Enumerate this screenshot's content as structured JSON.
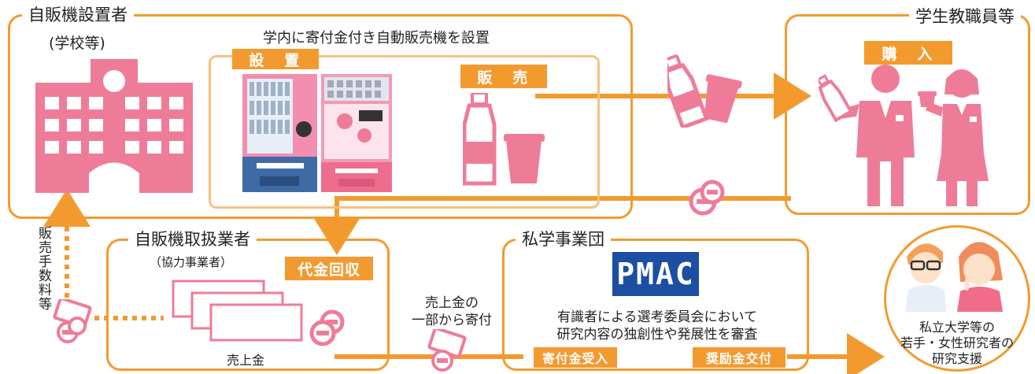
{
  "colors": {
    "orange": "#f39a2f",
    "light_orange": "#f6c27e",
    "pink": "#ee7c99"
  },
  "installer": {
    "title": "自販機設置者",
    "subtitle": "(学校等)",
    "icon": "school-building-icon"
  },
  "install": {
    "caption": "学内に寄付金付き自動販売機を設置",
    "badge": "設　置"
  },
  "sales": {
    "badge": "販　売",
    "icon": "bottle-and-cup-icon"
  },
  "buyers": {
    "title": "学生教職員等",
    "badge": "購　入",
    "icon": "student-staff-icon"
  },
  "operator": {
    "title": "自販機取扱業者",
    "subtitle": "（協力事業者）",
    "badge": "代金回収",
    "sales_label": "売上金"
  },
  "commission": {
    "label": "販売手数料等"
  },
  "donation": {
    "label_line1": "売上金の",
    "label_line2": "一部から寄付"
  },
  "foundation": {
    "title": "私学事業団",
    "logo": "PMAC",
    "text_line1": "有識者による選考委員会において",
    "text_line2": "研究内容の独創性や発展性を審査",
    "receive_badge": "寄付金受入",
    "grant_badge": "奨励金交付"
  },
  "support": {
    "line1": "私立大学等の",
    "line2": "若手・女性研究者の",
    "line3": "研究支援"
  }
}
